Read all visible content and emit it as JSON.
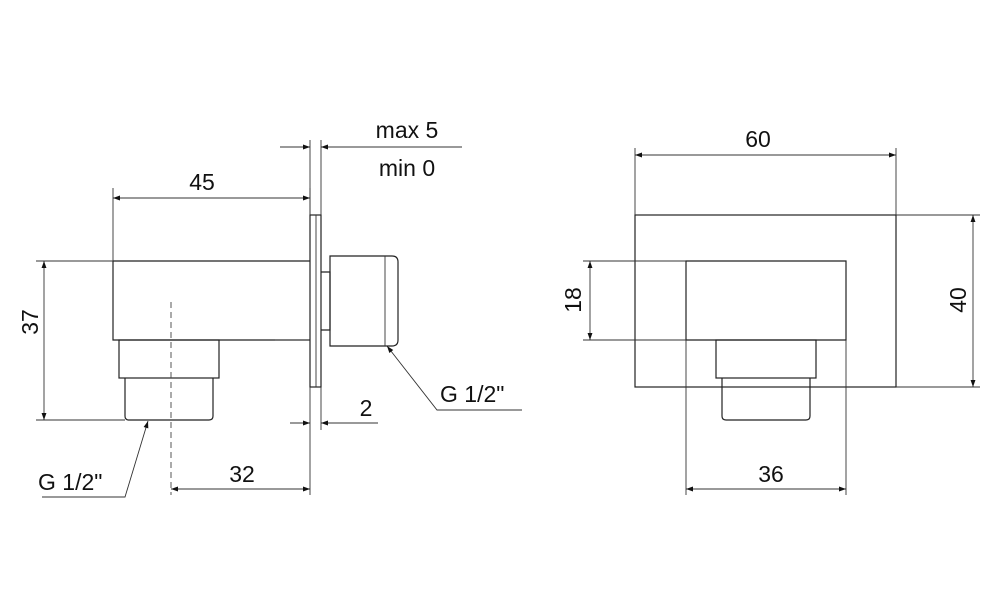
{
  "side_view": {
    "dims": {
      "length_top": "45",
      "height": "37",
      "projection": "32",
      "plate": "2",
      "max": "max 5",
      "min": "min 0"
    },
    "thread_outlet": "G 1/2\"",
    "thread_inlet": "G 1/2\""
  },
  "front_view": {
    "dims": {
      "width": "60",
      "height": "40",
      "inner_height": "18",
      "inner_width": "36"
    }
  }
}
